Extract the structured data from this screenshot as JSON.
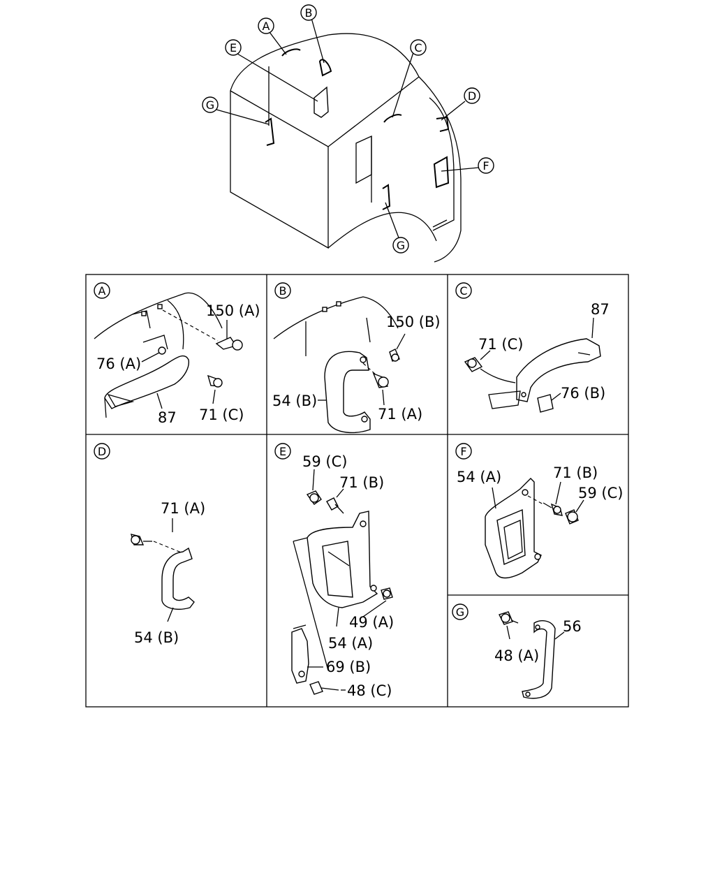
{
  "overview_callouts": [
    "A",
    "B",
    "C",
    "D",
    "E",
    "F",
    "G",
    "G"
  ],
  "panels": [
    {
      "letter": "A",
      "labels": [
        "150 (A)",
        "76 (A)",
        "71 (C)",
        "87"
      ]
    },
    {
      "letter": "B",
      "labels": [
        "150 (B)",
        "54 (B)",
        "71 (A)"
      ]
    },
    {
      "letter": "C",
      "labels": [
        "87",
        "71 (C)",
        "76 (B)"
      ]
    },
    {
      "letter": "D",
      "labels": [
        "71 (A)",
        "54 (B)"
      ]
    },
    {
      "letter": "E",
      "labels": [
        "59 (C)",
        "71 (B)",
        "49 (A)",
        "54 (A)",
        "69 (B)",
        "48 (C)"
      ]
    },
    {
      "letter": "F",
      "labels": [
        "54 (A)",
        "71 (B)",
        "59 (C)"
      ]
    },
    {
      "letter": "G",
      "labels": [
        "48 (A)",
        "56"
      ]
    }
  ]
}
